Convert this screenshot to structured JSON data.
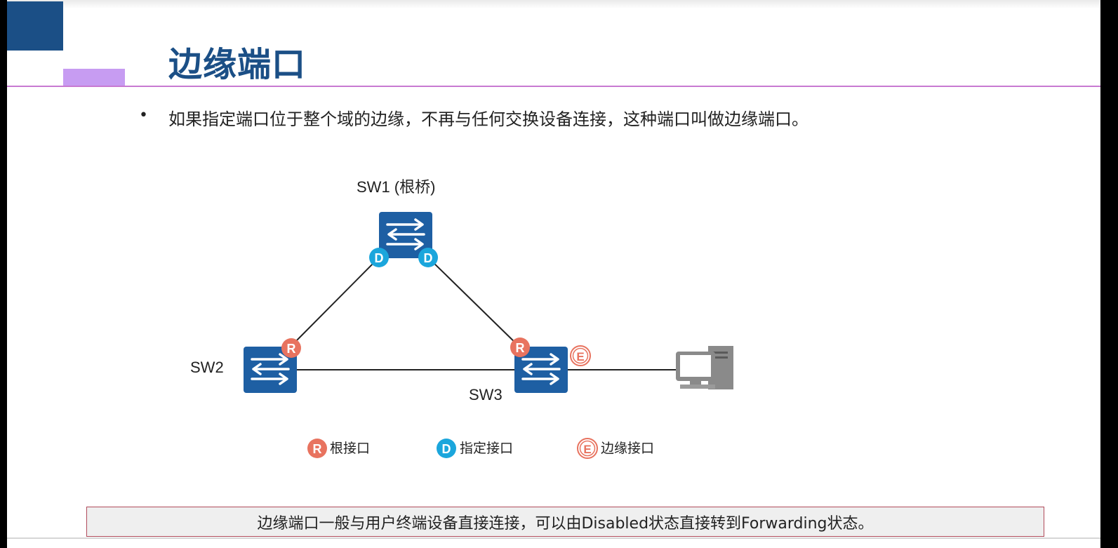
{
  "slide": {
    "title": "边缘端口",
    "bullet": "如果指定端口位于整个域的边缘，不再与任何交换设备连接，这种端口叫做边缘端口。",
    "note": "边缘端口一般与用户终端设备直接连接，可以由Disabled状态直接转到Forwarding状态。"
  },
  "diagram": {
    "sw1_label": "SW1 (根桥)",
    "sw2_label": "SW2",
    "sw3_label": "SW3",
    "port_r": "R",
    "port_d": "D",
    "port_e": "E",
    "legend": {
      "root": "根接口",
      "designated": "指定接口",
      "edge": "边缘接口"
    }
  },
  "colors": {
    "switch_blue": "#1e5fa3",
    "root_port": "#e8735f",
    "designated_port": "#1ba6dc",
    "edge_port": "#e8735f",
    "title_blue": "#1b4f86"
  },
  "icons": [
    "switch-icon",
    "pc-icon"
  ]
}
